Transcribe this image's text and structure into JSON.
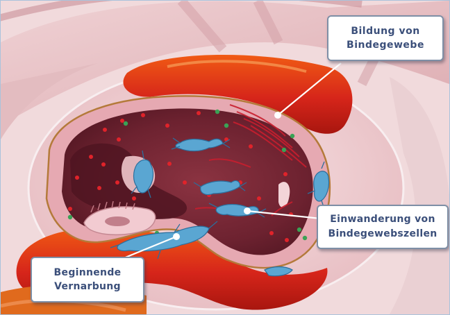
{
  "diagram": {
    "labels": [
      {
        "id": "connective-tissue-formation",
        "lines": [
          "Bildung von",
          "Bindegewebe"
        ]
      },
      {
        "id": "connective-tissue-cell-migration",
        "lines": [
          "Einwanderung von",
          "Bindegewebszellen"
        ]
      },
      {
        "id": "beginning-scarring",
        "lines": [
          "Beginnende",
          "Vernarbung"
        ]
      }
    ],
    "colors": {
      "background": "#f3e1e2",
      "tissue_pink": "#e9b9bd",
      "infarct_interior": "#7a2a35",
      "vessel_red": "#d8281b",
      "vessel_orange": "#ee6a1a",
      "cell_blue": "#5aa6d2",
      "granule_green": "#3aa255",
      "granule_red": "#e0232a",
      "callout_text": "#3b4f7a",
      "callout_border": "#7e8fa6"
    },
    "icons": [
      "connective-tissue-cell",
      "blood-vessel",
      "leader-dot"
    ]
  }
}
